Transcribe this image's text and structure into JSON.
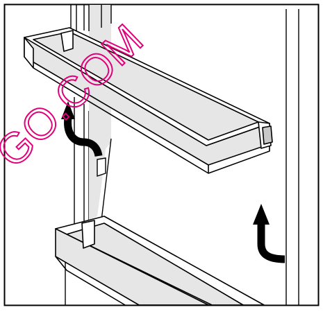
{
  "watermark": {
    "text": "GO.COM",
    "color": "#e0007a"
  },
  "colors": {
    "line": "#000000",
    "shade": "#e6e6e6",
    "shade_dark": "#c8c8c8",
    "background": "#ffffff"
  },
  "icons": {
    "arrow_upper": "curved-up-arrow",
    "arrow_right": "curved-up-arrow"
  }
}
